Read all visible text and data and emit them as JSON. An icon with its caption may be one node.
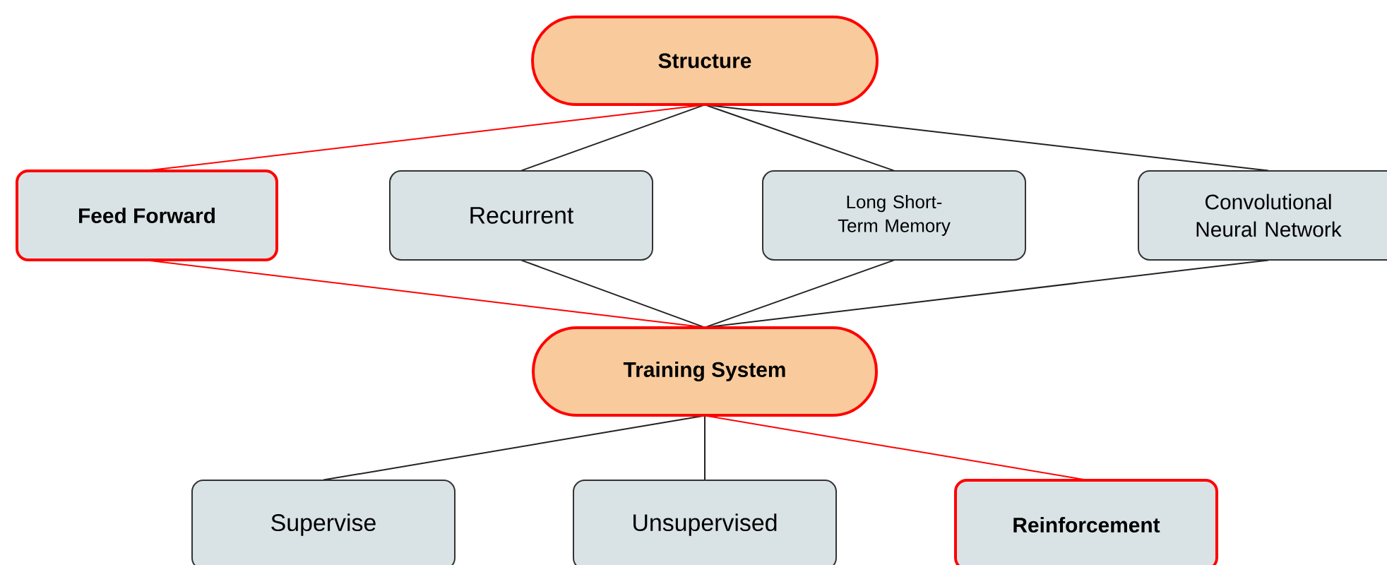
{
  "diagram": {
    "nodes": [
      {
        "text": [
          "Structure"
        ]
      },
      {
        "text": [
          "Feed Forward"
        ]
      },
      {
        "text": [
          "Recurrent"
        ]
      },
      {
        "text": [
          "Long Short-Term Memory"
        ]
      },
      {
        "text": [
          "Convolutional Neural Network"
        ]
      },
      {
        "text": [
          "Training System"
        ]
      },
      {
        "text": [
          "Supervise"
        ]
      },
      {
        "text": [
          "Unsupervised"
        ]
      },
      {
        "text": [
          "Reinforcement"
        ]
      }
    ],
    "edges": [
      {
        "from": 0,
        "to": 1,
        "arrow": "none",
        "color": "#ff0000"
      },
      {
        "from": 0,
        "to": 2,
        "arrow": "none"
      },
      {
        "from": 0,
        "to": 3,
        "arrow": "none"
      },
      {
        "from": 0,
        "to": 4,
        "arrow": "none"
      },
      {
        "from": 1,
        "to": 5,
        "arrow": "none",
        "color": "#ff0000"
      },
      {
        "from": 2,
        "to": 5,
        "arrow": "none"
      },
      {
        "from": 3,
        "to": 5,
        "arrow": "none"
      },
      {
        "from": 4,
        "to": 5,
        "arrow": "none"
      },
      {
        "from": 5,
        "to": 6,
        "arrow": "none"
      },
      {
        "from": 5,
        "to": 7,
        "arrow": "none"
      },
      {
        "from": 5,
        "to": 8,
        "arrow": "none",
        "color": "#ff0000"
      }
    ]
  }
}
